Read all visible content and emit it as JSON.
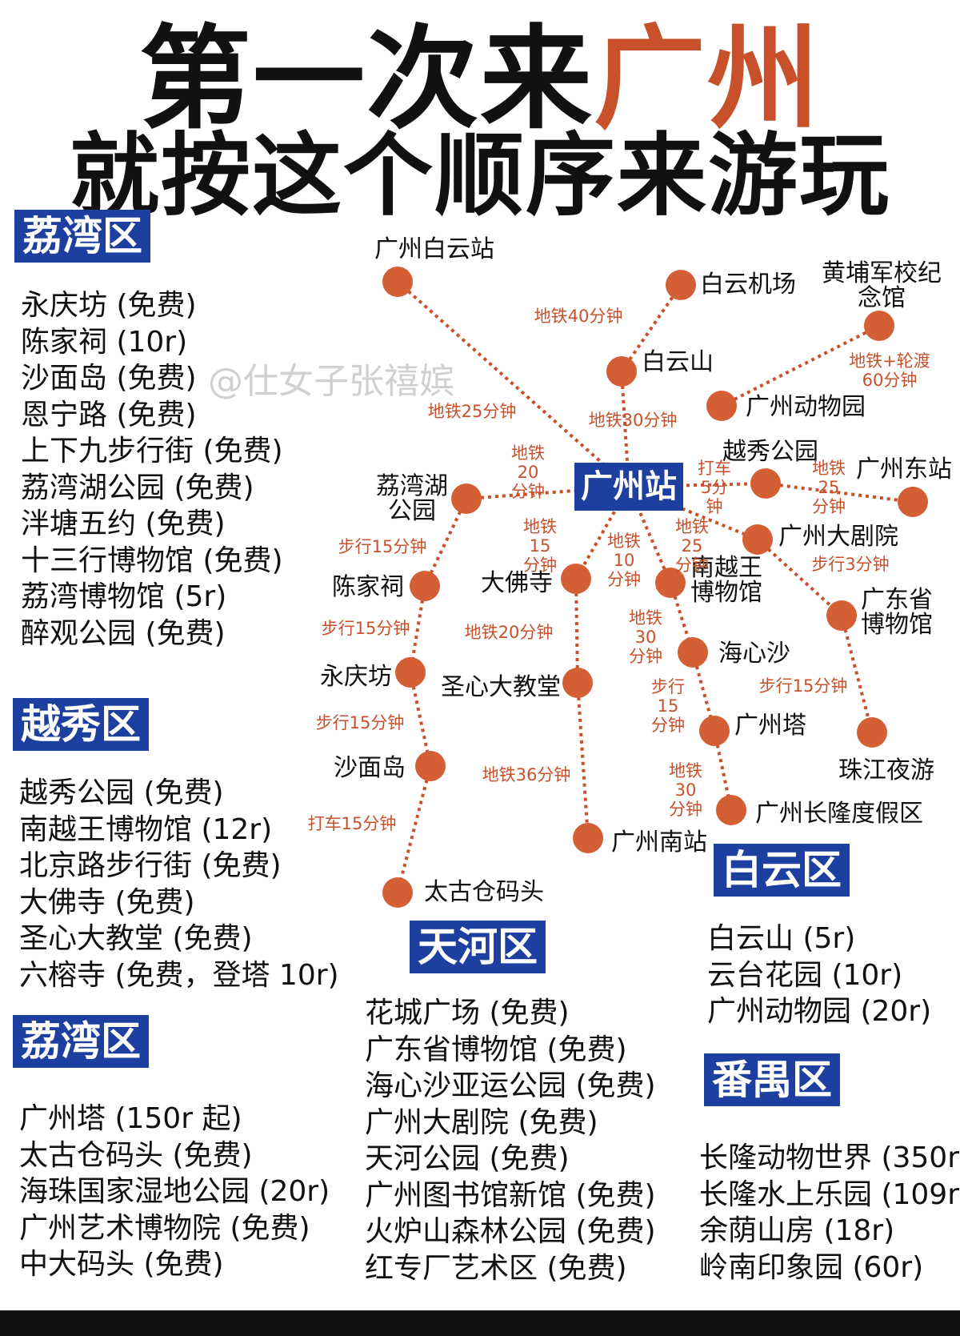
{
  "title": {
    "line1_prefix": "第一次来",
    "line1_accent": "广州",
    "line2": "就按这个顺序来游玩"
  },
  "watermark": "@仕女子张禧嫔",
  "colors": {
    "accent": "#c8502a",
    "district_bg": "#1d3fa0",
    "line": "#c8502a",
    "node": "#d45f35"
  },
  "districts": [
    {
      "name": "荔湾区",
      "items": [
        "永庆坊 (免费)",
        "陈家祠 (10r)",
        "沙面岛 (免费)",
        "恩宁路 (免费)",
        "上下九步行街 (免费)",
        "荔湾湖公园 (免费)",
        "泮塘五约 (免费)",
        "十三行博物馆 (免费)",
        "荔湾博物馆 (5r)",
        "醉观公园 (免费)"
      ]
    },
    {
      "name": "越秀区",
      "items": [
        "越秀公园 (免费)",
        "南越王博物馆 (12r)",
        "北京路步行街 (免费)",
        "大佛寺 (免费)",
        "圣心大教堂 (免费)",
        "六榕寺 (免费，登塔 10r)"
      ]
    },
    {
      "name": "荔湾区",
      "items": [
        "广州塔 (150r 起)",
        "太古仓码头 (免费)",
        "海珠国家湿地公园 (20r)",
        "广州艺术博物院 (免费)",
        "中大码头 (免费)"
      ]
    },
    {
      "name": "天河区",
      "items": [
        "花城广场 (免费)",
        "广东省博物馆 (免费)",
        "海心沙亚运公园 (免费)",
        "广州大剧院 (免费)",
        "天河公园 (免费)",
        "广州图书馆新馆 (免费)",
        "火炉山森林公园 (免费)",
        "红专厂艺术区 (免费)"
      ]
    },
    {
      "name": "白云区",
      "items": [
        "白云山 (5r)",
        "云台花园 (10r)",
        "广州动物园 (20r)"
      ]
    },
    {
      "name": "番禺区",
      "items": [
        "长隆动物世界 (350r",
        "长隆水上乐园 (109r",
        "余荫山房 (18r)",
        "岭南印象园 (60r)"
      ]
    }
  ],
  "map": {
    "hub": "广州站",
    "stations": [
      "广州白云站",
      "白云机场",
      "黄埔军校纪念馆",
      "白云山",
      "广州动物园",
      "越秀公园",
      "广州东站",
      "荔湾湖公园",
      "广州大剧院",
      "大佛寺",
      "南越王博物馆",
      "广东省博物馆",
      "陈家祠",
      "永庆坊",
      "海心沙",
      "圣心大教堂",
      "广州塔",
      "珠江夜游",
      "沙面岛",
      "广州长隆度假区",
      "广州南站",
      "太古仓码头"
    ],
    "edges": [
      "地铁40分钟",
      "地铁+轮渡60分钟",
      "地铁25分钟",
      "地铁30分钟",
      "地铁20分钟",
      "打车5分钟",
      "地铁25分钟",
      "步行15分钟",
      "地铁15分钟",
      "地铁10分钟",
      "地铁25分钟",
      "步行3分钟",
      "步行15分钟",
      "地铁20分钟",
      "地铁30分钟",
      "步行15分钟",
      "步行15分钟",
      "步行15分钟",
      "地铁36分钟",
      "地铁30分钟",
      "打车15分钟"
    ]
  }
}
